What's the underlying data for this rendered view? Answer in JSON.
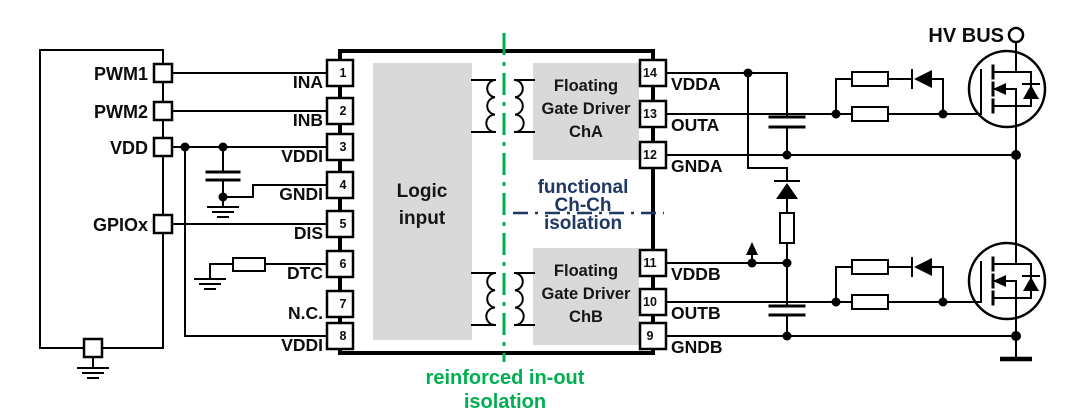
{
  "mcu": {
    "pin_labels": [
      "PWM1",
      "PWM2",
      "VDD",
      "GPIOx"
    ]
  },
  "ic": {
    "left_pins": [
      {
        "num": "1",
        "label": "INA"
      },
      {
        "num": "2",
        "label": "INB"
      },
      {
        "num": "3",
        "label": "VDDI"
      },
      {
        "num": "4",
        "label": "GNDI"
      },
      {
        "num": "5",
        "label": "DIS"
      },
      {
        "num": "6",
        "label": "DTC"
      },
      {
        "num": "7",
        "label": "N.C."
      },
      {
        "num": "8",
        "label": "VDDI"
      }
    ],
    "right_pins": [
      {
        "num": "14",
        "label": "VDDA"
      },
      {
        "num": "13",
        "label": "OUTA"
      },
      {
        "num": "12",
        "label": "GNDA"
      },
      {
        "num": "11",
        "label": "VDDB"
      },
      {
        "num": "10",
        "label": "OUTB"
      },
      {
        "num": "9",
        "label": "GNDB"
      }
    ],
    "logic_block": {
      "line1": "Logic",
      "line2": "input"
    },
    "cha_block": {
      "line1": "Floating",
      "line2": "Gate Driver",
      "line3": "ChA"
    },
    "chb_block": {
      "line1": "Floating",
      "line2": "Gate Driver",
      "line3": "ChB"
    }
  },
  "annotations": {
    "functional_isolation": {
      "line1": "functional",
      "line2": "Ch-Ch",
      "line3": "isolation"
    },
    "reinforced_isolation": {
      "line1": "reinforced in-out",
      "line2": "isolation"
    },
    "hv_bus": "HV BUS"
  },
  "colors": {
    "green": "#00B050",
    "navy": "#1F3864",
    "block_grey": "#D9D9D9"
  }
}
